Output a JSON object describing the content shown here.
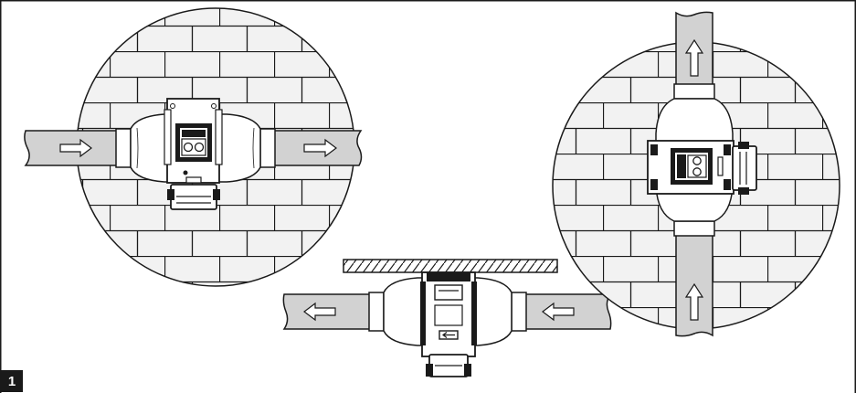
{
  "figure": {
    "number": "1",
    "views": [
      {
        "name": "horizontal-wall-mount",
        "airflow": "right"
      },
      {
        "name": "ceiling-mount",
        "airflow": "left"
      },
      {
        "name": "vertical-wall-mount",
        "airflow": "up"
      }
    ]
  },
  "colors": {
    "line": "#1a1a1a",
    "duct_fill": "#d2d2d2",
    "fan_fill": "#ffffff",
    "badge_bg": "#1a1a1a",
    "badge_text": "#ffffff"
  }
}
